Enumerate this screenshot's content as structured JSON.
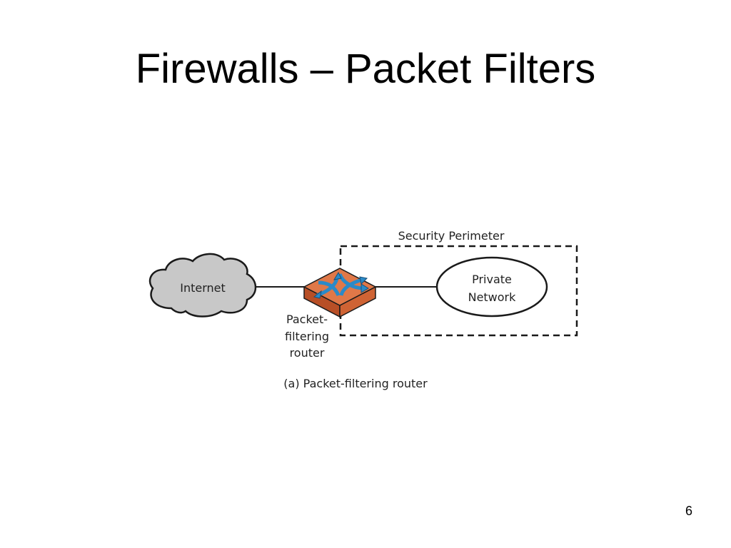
{
  "slide": {
    "title": "Firewalls – Packet Filters",
    "page_number": "6"
  },
  "diagram": {
    "security_perimeter_label": "Security Perimeter",
    "internet_label": "Internet",
    "private_network_line1": "Private",
    "private_network_line2": "Network",
    "router_label_line1": "Packet-",
    "router_label_line2": "filtering",
    "router_label_line3": "router",
    "caption": "(a) Packet-filtering router",
    "colors": {
      "cloud_fill": "#c8c8c8",
      "router_top": "#e07848",
      "router_side": "#c0552a",
      "router_arrows": "#2a8ac8",
      "outline": "#1a1a1a"
    }
  }
}
